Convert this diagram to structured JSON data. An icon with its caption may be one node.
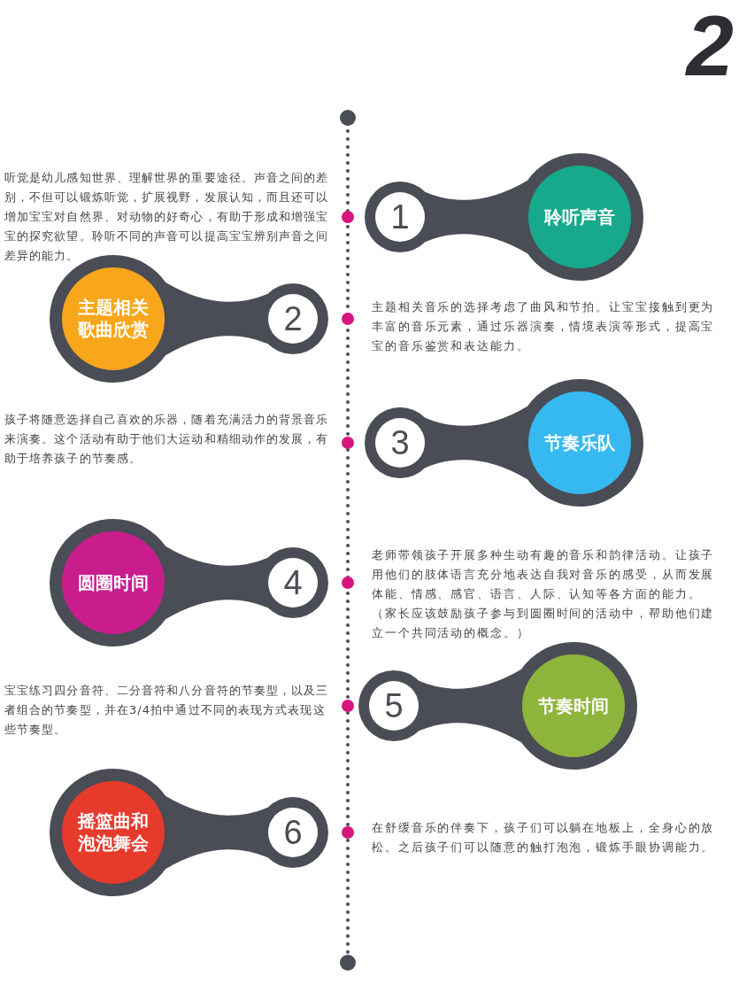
{
  "diagram": {
    "nodes": [
      {
        "text": [
          "1",
          "聆听声音"
        ]
      },
      {
        "text": [
          "主题相关歌曲欣赏",
          "2"
        ]
      },
      {
        "text": [
          "3",
          "节奏乐队"
        ]
      },
      {
        "text": [
          "圆圈时间",
          "4"
        ]
      },
      {
        "text": [
          "5",
          "节奏时间"
        ]
      },
      {
        "text": [
          "摇篮曲和泡泡舞会",
          "6"
        ]
      }
    ],
    "labels": [
      "2",
      "听觉是幼儿感知世界、理解世界的重要途径。声音之间的差别，不但可以锻炼听觉，扩展视野，发展认知，而且还可以增加宝宝对自然界、对动物的好奇心，有助于形成和增强宝宝的探究欲望。聆听不同的声音可以提高宝宝辨别声音之间差异的能力。",
      "主题相关音乐的选择考虑了曲风和节拍。让宝宝接触到更为丰富的音乐元素，通过乐器演奏，情境表演等形式，提高宝宝的音乐鉴赏和表达能力。",
      "孩子将随意选择自己喜欢的乐器，随着充满活力的背景音乐来演奏。这个活动有助于他们大运动和精细动作的发展，有助于培养孩子的节奏感。",
      "老师带领孩子开展多种生动有趣的音乐和韵律活动。让孩子用他们的肢体语言充分地表达自我对音乐的感受，从而发展体能、情感、感官、语言、人际、认知等各方面的能力。（家长应该鼓励孩子参与到圆圈时间的活动中，帮助他们建立一个共同活动的概念。）",
      "宝宝练习四分音符、二分音符和八分音符的节奏型，以及三者组合的节奏型，并在3/4拍中通过不同的表现方式表现这些节奏型。",
      "在舒缓音乐的伴奏下，孩子们可以躺在地板上，全身心的放松。之后孩子们可以随意的触打泡泡，锻炼手眼协调能力。"
    ]
  }
}
